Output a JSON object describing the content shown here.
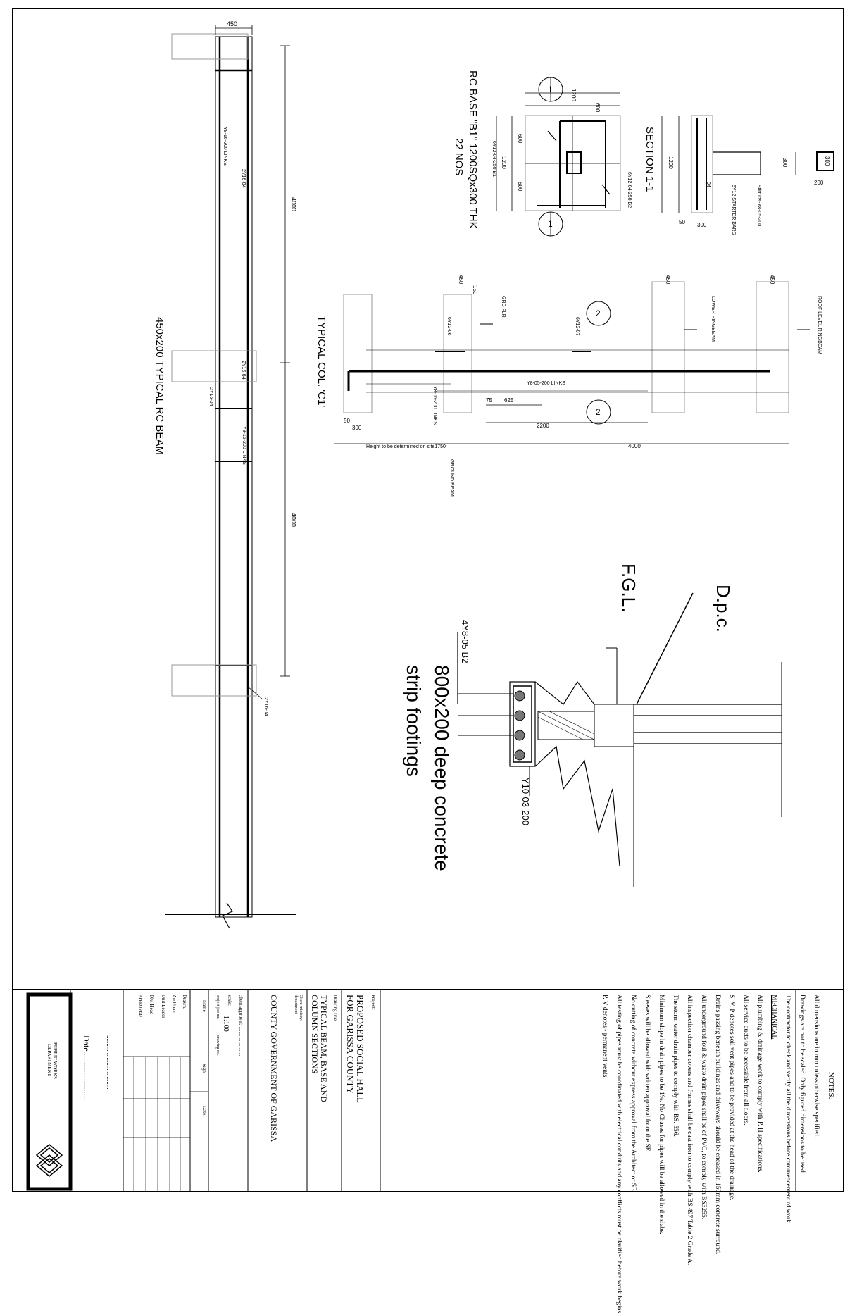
{
  "beam": {
    "title": "450x200 TYPICAL RC BEAM",
    "dim_width": "450",
    "dim_span_1": "4000",
    "dim_span_2": "4000",
    "bar_top": "2Y16-04",
    "bar_mid": "2Y16-04",
    "bar_mid_2": "2Y16-04",
    "bar_low": "2Y16-04",
    "links_1": "Y8-16-200 LINKS",
    "links_2": "Y8-16-200 LINKS"
  },
  "base": {
    "title_1": "RC BASE  \"B1\" 1200SQx300 THK",
    "title_2": "22 NOS",
    "dim_1200": "1200",
    "dim_600a": "600",
    "dim_600b": "600",
    "dim_600c": "600",
    "bar_b1": "6Y12-04-250 B1",
    "bar_b2": "6Y12-04-250 B2",
    "sec_mark": "1"
  },
  "section": {
    "title": "SECTION 1-1",
    "dim_300": "300",
    "dim_50": "50",
    "dim_1200": "1200",
    "starter": "6Y12 STARTER BARS",
    "stirrups": "Stirrups-Y8-05-200",
    "bar_label": "04",
    "col_300": "300",
    "col_200": "200"
  },
  "column": {
    "title": "TYPICAL COL. 'C1'",
    "dim_450_a": "450",
    "dim_150": "150",
    "dim_450_b": "450",
    "dim_450_c": "450",
    "grd_flr": "GRD FLR",
    "lower_ringbeam": "LOWER RINGBEAM",
    "roof_ringbeam": "ROOF LEVEL RINGBEAM",
    "ground_beam": "GROUND BEAM",
    "bar_06": "6Y12-06",
    "bar_07": "6Y12-07",
    "links_main": "Y8-05-200 LINKS",
    "links_base": "Y8-05-200 LINKS",
    "dim_75": "75",
    "dim_625": "625",
    "dim_2200": "2200",
    "dim_4000": "4000",
    "dim_50": "50",
    "dim_300": "300",
    "height_note": "Height to be determined on site1750",
    "sec_mark": "2"
  },
  "footing": {
    "dpc": "D.p.c.",
    "fgl": "F.G.L.",
    "bar_b2": "4Y8-05 B2",
    "bar_y10": "Y10-03-200",
    "title_1": "800x200 deep concrete",
    "title_2": "strip footings"
  },
  "notes": {
    "heading": "NOTES:",
    "items": [
      "All dimensions are in mm unless otherwise specified.",
      "Drawings are not to be scaled. Only figured dimensions to be used.",
      "The contractor to check and verify all the dimensions before commencement of work.",
      "MECHANICAL",
      "All plumbing & drainage work to comply with P. H specifications.",
      "All service ducts to be accessible from all floors.",
      "S. V. P denotes soil vent pipes and to be provided at the head of the drainage.",
      "Drains passing beneath buildings and driveways should be encased in 150mm concrete surround.",
      "All underground foul & waste drain pipes shall be of PVC, to comply with BS3255.",
      "All inspection chamber covers and frames shall be cast iron to comply with BS 497 Table 2 Grade A.",
      "The storm water drain pipes to comply with BS. 556.",
      "Minimum slope in drain pipes to be 1%. No Chases for pipes will be allowed in the slabs.",
      "Sleeves will be allowed with written approval from the SE.",
      "No cutting of concrete without express approval from the Architect or SE.",
      "All testing of pipes must be coordinated with electrical conduits and any conflicts must be clarified before work begins.",
      "P. V denotes - permanent vents."
    ]
  },
  "titleblock": {
    "project_label": "Project:",
    "project": "PROPOSED SOCIAL HALL FOR GARISSA COUNTY",
    "drawing_title_label": "Drawing title",
    "drawing_title": "TYPICAL BEAM, BASE AND COLUMN SECTIONS",
    "client_label": "Client ministry/ department",
    "client": "COUNTY GOVERNMENT OF GARISSA",
    "client_approval": "client approval:..........................",
    "scale_label": "scale:",
    "scale": "1:100",
    "project_job_label": "project job no.",
    "drawing_no_label": "drawing no.",
    "col_name": "Name",
    "col_sign": "Sign",
    "col_date": "Date.",
    "rows": [
      "Drawn.",
      "Architect.",
      "Unit Leader",
      "Div. Head",
      "APPROVED"
    ],
    "signature_line": "...................................",
    "date_label": "Date.......................",
    "department_1": "PUBLIC WORKS",
    "department_2": "DEPARTMENT"
  }
}
